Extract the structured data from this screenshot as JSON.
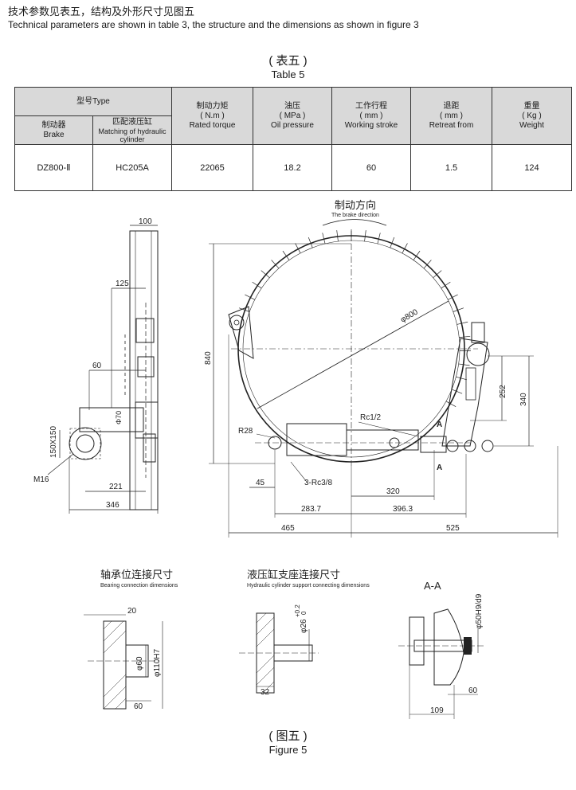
{
  "intro": {
    "zh": "技术参数见表五，结构及外形尺寸见图五",
    "en": "Technical parameters are shown in table 3, the structure and the dimensions as shown in figure 3"
  },
  "table_title": {
    "zh": "( 表五 )",
    "en": "Table 5"
  },
  "table": {
    "model_header": "型号Type",
    "brake_header": {
      "zh": "制动器",
      "en": "Brake"
    },
    "cylinder_header": {
      "zh": "匹配液压缸",
      "en": "Matching of hydraulic cylinder"
    },
    "torque_header": {
      "zh": "制动力矩",
      "unit": "( N.m )",
      "en": "Rated torque"
    },
    "pressure_header": {
      "zh": "油压",
      "unit": "( MPa )",
      "en": "Oil pressure"
    },
    "stroke_header": {
      "zh": "工作行程",
      "unit": "( mm )",
      "en": "Working stroke"
    },
    "retreat_header": {
      "zh": "退距",
      "unit": "( mm )",
      "en": "Retreat from"
    },
    "weight_header": {
      "zh": "重量",
      "unit": "( Kg )",
      "en": "Weight"
    },
    "row": {
      "brake": "DZ800-Ⅱ",
      "cylinder": "HC205A",
      "torque": "22065",
      "pressure": "18.2",
      "stroke": "60",
      "retreat": "1.5",
      "weight": "124"
    }
  },
  "drawing": {
    "direction": {
      "zh": "制动方向",
      "en": "The brake direction"
    },
    "side_dims": {
      "d100": "100",
      "d125": "125",
      "d60": "60",
      "d150": "150X150",
      "m16": "M16",
      "d221": "221",
      "d346": "346",
      "phi70": "Φ70"
    },
    "front_dims": {
      "d840": "840",
      "phi800": "φ800",
      "rc12": "Rc1/2",
      "r28": "R28",
      "d45": "45",
      "rc38": "3-Rc3/8",
      "d320": "320",
      "d2837": "283.7",
      "d3963": "396.3",
      "d465": "465",
      "d525": "525",
      "d252": "252",
      "d340": "340",
      "a_mark": "A"
    }
  },
  "details": {
    "bearing": {
      "zh": "轴承位连接尺寸",
      "en": "Bearing connection dimensions",
      "d20": "20",
      "phi60": "φ60",
      "phi110": "φ110H7",
      "d60": "60"
    },
    "hydraulic": {
      "zh": "液压缸支座连接尺寸",
      "en": "Hydraulic cylinder support connecting dimensions",
      "phi26": "φ26",
      "tol": "+0.2",
      "tol0": "0",
      "d32": "32"
    },
    "section": {
      "title": "A-A",
      "phi50": "φ50H9/d9",
      "d60": "60",
      "d109": "109"
    }
  },
  "figure_title": {
    "zh": "( 图五 )",
    "en": "Figure 5"
  }
}
